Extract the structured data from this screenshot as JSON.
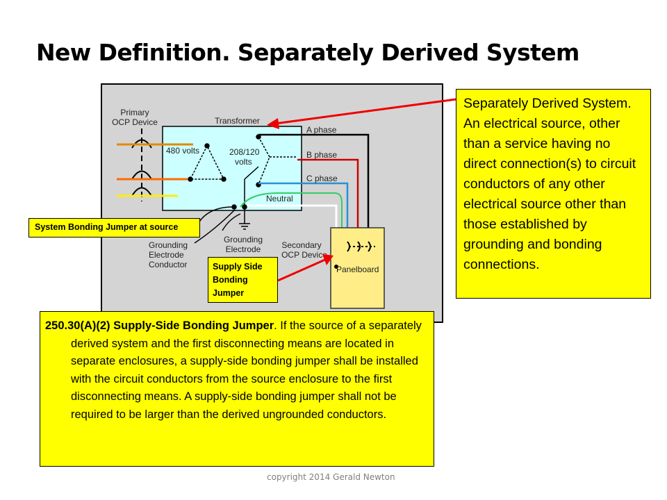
{
  "slide": {
    "title": "New Definition.  Separately Derived System",
    "copyright": "copyright 2014 Gerald Newton"
  },
  "diagram": {
    "labels": {
      "primary_ocp_1": "Primary",
      "primary_ocp_2": "OCP Device",
      "transformer": "Transformer",
      "v480": "480 volts",
      "v208_1": "208/120",
      "v208_2": "volts",
      "a_phase": "A phase",
      "b_phase": "B phase",
      "c_phase": "C phase",
      "neutral": "Neutral",
      "gec_1": "Grounding",
      "gec_2": "Electrode",
      "gec_3": "Conductor",
      "ge_1": "Grounding",
      "ge_2": "Electrode",
      "secondary_ocp_1": "Secondary",
      "secondary_ocp_2": "OCP Device",
      "panelboard": "Panelboard"
    },
    "colors": {
      "background": "#d4d4d4",
      "transformer": "#ccffff",
      "panelboard": "#ffee88",
      "primary_wire_1": "#e08a00",
      "primary_wire_2": "#ff6a00",
      "primary_wire_3": "#ffee00",
      "a_phase": "#000000",
      "b_phase": "#cc0000",
      "c_phase": "#2a8fd6",
      "neutral": "#ffffff",
      "ground": "#33cc66",
      "arrow": "#ee0000"
    }
  },
  "callouts": {
    "definition": "Separately Derived System.  An electrical source, other than a service having no direct connection(s) to circuit conductors of any other electrical source other than those established by grounding and bonding connections.",
    "system_bonding_jumper": "System Bonding Jumper at source",
    "supply_side_bonding_jumper_1": "Supply Side",
    "supply_side_bonding_jumper_2": "Bonding",
    "supply_side_bonding_jumper_3": "Jumper",
    "code_ref": "250.30(A)(2) Supply-Side Bonding Jumper",
    "code_text": ". If the source of a separately derived system and the first disconnecting means are located in separate enclosures, a supply-side bonding jumper shall be installed with the circuit conductors from the source enclosure to the first disconnecting means. A supply-side bonding jumper shall not be required to be larger than the derived ungrounded conductors."
  }
}
